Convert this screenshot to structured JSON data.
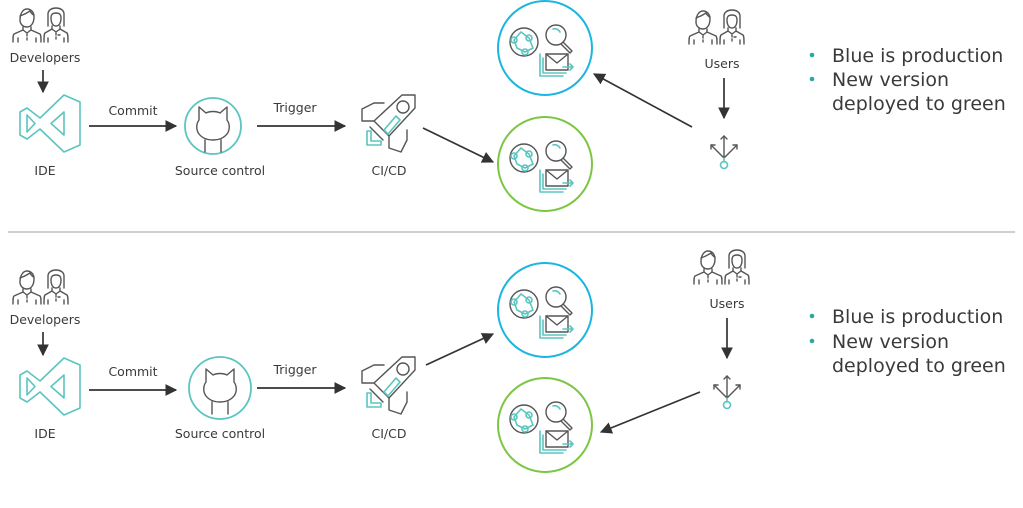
{
  "colors": {
    "teal": "#5bc5c0",
    "blue": "#1bb5e0",
    "green": "#7cc644",
    "ink": "#555555",
    "arrow": "#333333",
    "divider": "#cfcfcf"
  },
  "panels": [
    {
      "id": "before",
      "developers_label": "Developers",
      "ide_label": "IDE",
      "commit_label": "Commit",
      "source_control_label": "Source control",
      "trigger_label": "Trigger",
      "cicd_label": "CI/CD",
      "users_label": "Users",
      "cicd_deploys_to": "green",
      "users_routed_to": "blue",
      "bullets": [
        "Blue is production",
        "New version",
        "deployed to green"
      ]
    },
    {
      "id": "after",
      "developers_label": "Developers",
      "ide_label": "IDE",
      "commit_label": "Commit",
      "source_control_label": "Source control",
      "trigger_label": "Trigger",
      "cicd_label": "CI/CD",
      "users_label": "Users",
      "cicd_deploys_to": "blue",
      "users_routed_to": "green",
      "bullets": [
        "Blue is production",
        "New version",
        "deployed to green"
      ]
    }
  ],
  "icons": {
    "people": "people-icon",
    "ide": "visual-studio-icon",
    "source_control": "github-octocat-icon",
    "cicd": "rocket-icon",
    "environment": "web-app-services-icon",
    "router": "load-balancer-icon"
  }
}
